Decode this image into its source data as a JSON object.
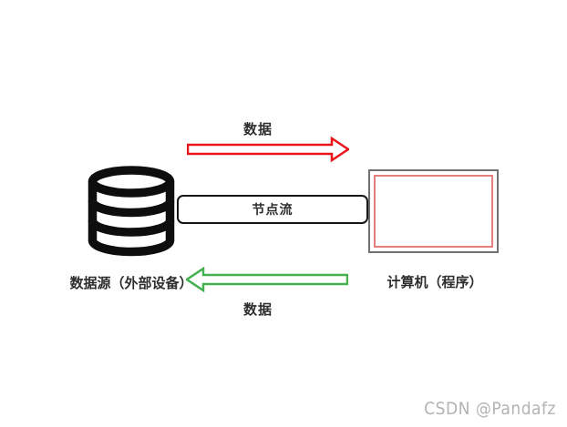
{
  "diagram": {
    "top_flow_label": "数据",
    "bottom_flow_label": "数据",
    "pipe_label": "节点流",
    "source_label": "数据源（外部设备）",
    "computer_label": "计算机（程序）"
  },
  "watermark": {
    "text": "CSDN @Pandafz"
  },
  "icons": {
    "database": "database-cylinder-icon",
    "flow_right": "arrow-right-icon",
    "flow_left": "arrow-left-icon"
  },
  "colors": {
    "background": "#ffffff",
    "text": "#2d2d2d",
    "icon_black": "#0e0e0e",
    "pipe_border": "#151515",
    "arrow_right": "#e9151b",
    "arrow_left": "#45b14e",
    "computer_outer": "#707070",
    "computer_inner": "#e87e7e",
    "watermark": "#b3b3b3"
  }
}
